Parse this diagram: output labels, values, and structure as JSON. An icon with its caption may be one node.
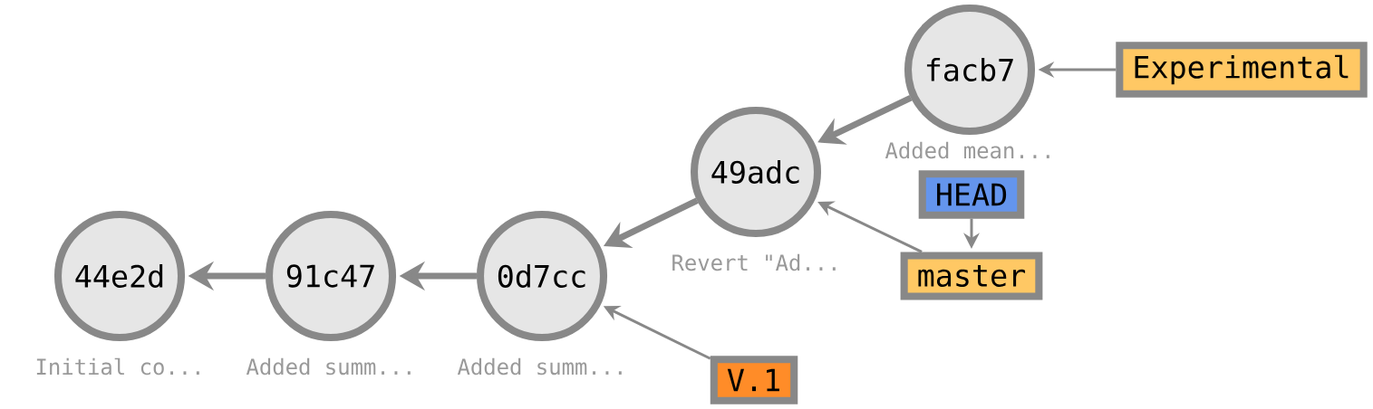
{
  "diagram": {
    "nodes": [
      {
        "text": [
          "44e2d"
        ],
        "beside": [
          "Initial co..."
        ]
      },
      {
        "text": [
          "91c47"
        ],
        "beside": [
          "Added summ..."
        ]
      },
      {
        "text": [
          "0d7cc"
        ],
        "beside": [
          "Added summ..."
        ]
      },
      {
        "text": [
          "49adc"
        ],
        "beside": [
          "Revert \"Ad..."
        ]
      },
      {
        "text": [
          "facb7"
        ],
        "beside": [
          "Added mean..."
        ]
      },
      {
        "text": [
          "Experimental"
        ]
      },
      {
        "text": [
          "HEAD"
        ]
      },
      {
        "text": [
          "master"
        ]
      },
      {
        "text": [
          "V.1"
        ]
      }
    ],
    "edges": [
      {
        "from": 1,
        "to": 0,
        "arrow": "to",
        "style": "thick"
      },
      {
        "from": 2,
        "to": 1,
        "arrow": "to",
        "style": "thick"
      },
      {
        "from": 3,
        "to": 2,
        "arrow": "to",
        "style": "thick"
      },
      {
        "from": 4,
        "to": 3,
        "arrow": "to",
        "style": "thick"
      },
      {
        "from": 5,
        "to": 4,
        "arrow": "to"
      },
      {
        "from": 6,
        "to": 7,
        "arrow": "to"
      },
      {
        "from": 7,
        "to": 3,
        "arrow": "to"
      },
      {
        "from": 8,
        "to": 2,
        "arrow": "to"
      }
    ]
  }
}
